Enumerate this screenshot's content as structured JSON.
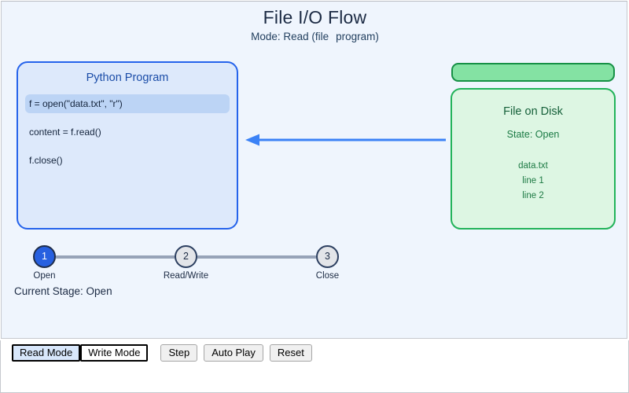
{
  "header": {
    "title": "File I/O Flow",
    "subtitle_prefix": "Mode: Read (file",
    "subtitle_suffix": "program)"
  },
  "program_panel": {
    "title": "Python Program",
    "code_lines": [
      {
        "text": "f = open(\"data.txt\", \"r\")",
        "active": true
      },
      {
        "text": "content = f.read()",
        "active": false
      },
      {
        "text": "f.close()",
        "active": false
      }
    ]
  },
  "disk_panel": {
    "title": "File on Disk",
    "state_label": "State: Open",
    "file_name": "data.txt",
    "file_lines": [
      "line 1",
      "line 2"
    ]
  },
  "flow": {
    "direction": "left",
    "arrow_color": "#3b82f6"
  },
  "stepper": {
    "steps": [
      {
        "number": "1",
        "label": "Open",
        "active": true
      },
      {
        "number": "2",
        "label": "Read/Write",
        "active": false
      },
      {
        "number": "3",
        "label": "Close",
        "active": false
      }
    ],
    "current_stage_text": "Current Stage: Open"
  },
  "controls": {
    "mode_buttons": [
      {
        "label": "Read Mode",
        "selected": true
      },
      {
        "label": "Write Mode",
        "selected": false
      }
    ],
    "action_buttons": [
      {
        "label": "Step"
      },
      {
        "label": "Auto Play"
      },
      {
        "label": "Reset"
      }
    ]
  },
  "colors": {
    "stage_bg": "#eff5fd",
    "program_border": "#2563eb",
    "program_bg": "#dde9fb",
    "code_highlight": "#bcd4f5",
    "disk_border": "#22b35a",
    "disk_bg": "#ddf6e3",
    "disk_cap_fill": "#84e2a3",
    "step_active": "#2760e0",
    "step_inactive": "#e3e5e9",
    "track": "#97a3b8"
  }
}
